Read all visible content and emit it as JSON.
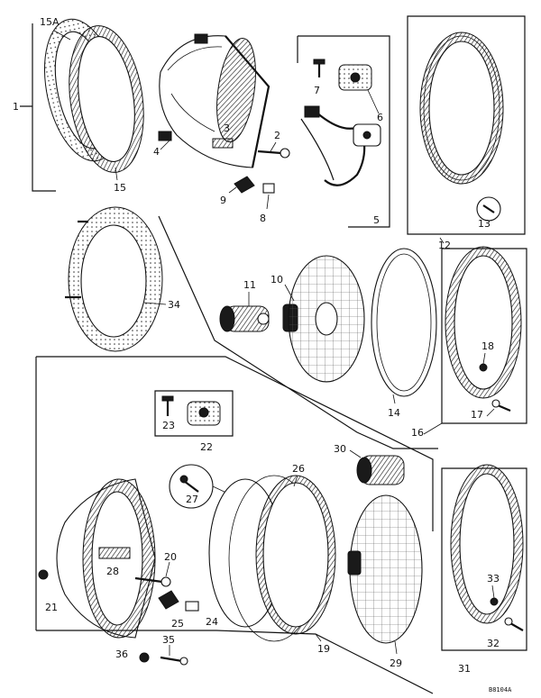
{
  "part_labels": {
    "p1": "1",
    "p2": "2",
    "p3": "3",
    "p4": "4",
    "p5": "5",
    "p6": "6",
    "p7": "7",
    "p8": "8",
    "p9": "9",
    "p10": "10",
    "p11": "11",
    "p12": "12",
    "p13": "13",
    "p14": "14",
    "p15": "15",
    "p15a": "15A",
    "p16": "16",
    "p17": "17",
    "p18": "18",
    "p19": "19",
    "p20": "20",
    "p21": "21",
    "p22": "22",
    "p23": "23",
    "p24": "24",
    "p25": "25",
    "p26": "26",
    "p27": "27",
    "p28": "28",
    "p29": "29",
    "p30": "30",
    "p31": "31",
    "p32": "32",
    "p33": "33",
    "p34": "34",
    "p35": "35",
    "p36": "36"
  },
  "drawing_ref": "B8104A"
}
